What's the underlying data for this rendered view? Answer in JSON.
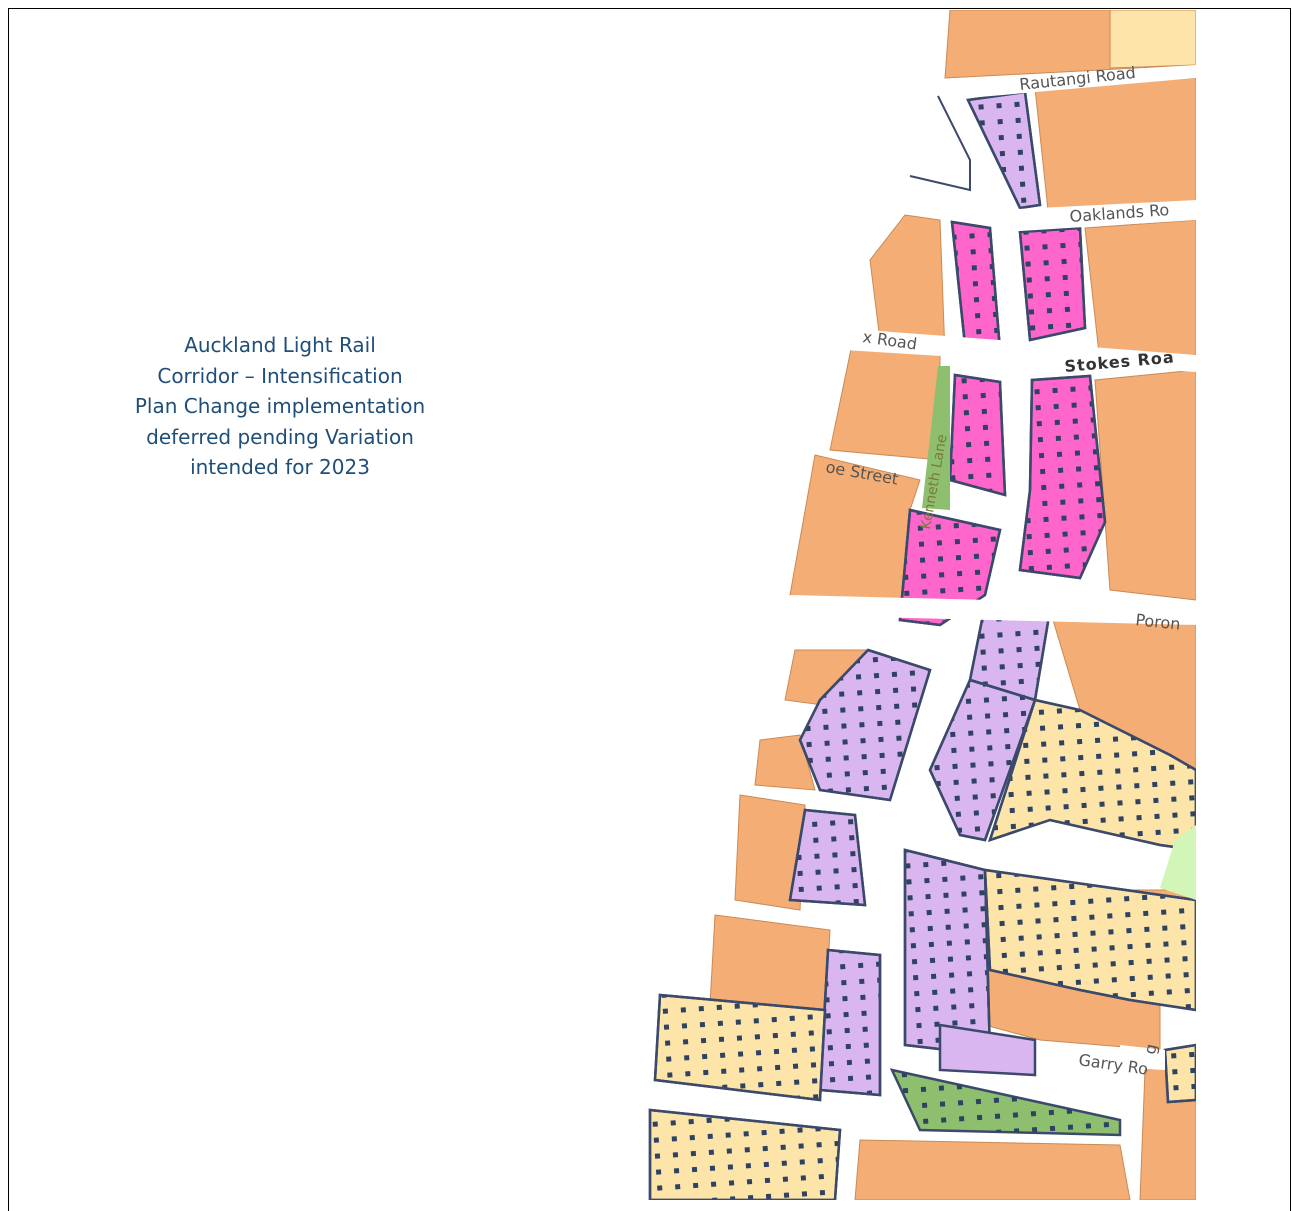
{
  "notice": {
    "lines": [
      "Auckland Light Rail",
      "Corridor – Intensification",
      "Plan Change implementation",
      "deferred pending Variation",
      "intended for 2023"
    ]
  },
  "roads": {
    "rautangi": "Rautangi Road",
    "oaklands": "Oaklands Ro",
    "stokes": "Stokes Roa",
    "x_road": "x Road",
    "oe_street": "oe Street",
    "lane": "Kenneth Lane",
    "poron": "Poron",
    "garry": "Garry Ro",
    "g": "g"
  },
  "colors": {
    "residential": "#f4ad74",
    "mixed_housing_suburban": "#fde4a8",
    "mixed_housing_urban": "#d9b6ef",
    "terrace_apartment": "#ff66cc",
    "open_space": "#8dbf6e",
    "light_green": "#d2f5b8",
    "boundary": "#3b4a6b",
    "text": "#1f4e79"
  }
}
